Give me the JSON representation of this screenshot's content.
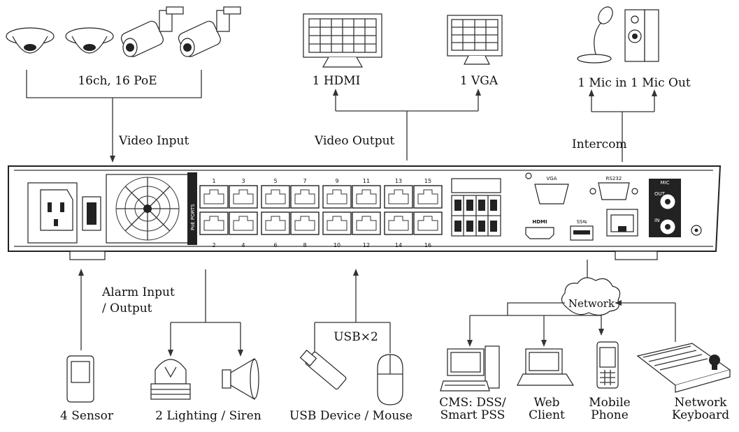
{
  "labels": {
    "cameras": "16ch, 16 PoE",
    "video_input": "Video Input",
    "hdmi": "1 HDMI",
    "vga_out": "1 VGA",
    "video_output": "Video Output",
    "mic": "1 Mic in 1 Mic Out",
    "intercom": "Intercom",
    "alarm_line1": "Alarm Input",
    "alarm_line2": "/ Output",
    "usb_x2": "USB×2",
    "network": "Network",
    "sensor": "4 Sensor",
    "lighting": "2 Lighting / Siren",
    "usb_device": "USB Device / Mouse",
    "cms_line1": "CMS: DSS/",
    "cms_line2": "Smart PSS",
    "web_line1": "Web",
    "web_line2": "Client",
    "mobile_line1": "Mobile",
    "mobile_line2": "Phone",
    "keyboard_line1": "Network",
    "keyboard_line2": "Keyboard"
  },
  "panel": {
    "poe_label": "PoE PORTS",
    "vga_label": "VGA",
    "rs232_label": "RS232",
    "mic_label": "MIC",
    "out_label": "OUT",
    "in_label": "IN",
    "hdmi_label": "HDMI",
    "usb_label": "SS⇆",
    "top_ports": [
      "1",
      "3",
      "5",
      "7",
      "9",
      "11",
      "13",
      "15"
    ],
    "bottom_ports": [
      "2",
      "4",
      "6",
      "8",
      "10",
      "12",
      "14",
      "16"
    ]
  },
  "icons": [
    "dome-camera-icon",
    "dome-camera-icon",
    "bullet-camera-icon",
    "bullet-camera-icon",
    "monitor-icon",
    "monitor-icon",
    "microphone-icon",
    "speaker-icon",
    "sensor-icon",
    "alarm-light-icon",
    "siren-icon",
    "usb-stick-icon",
    "mouse-icon",
    "cloud-icon",
    "desktop-pc-icon",
    "laptop-icon",
    "mobile-phone-icon",
    "ptz-keyboard-icon"
  ]
}
